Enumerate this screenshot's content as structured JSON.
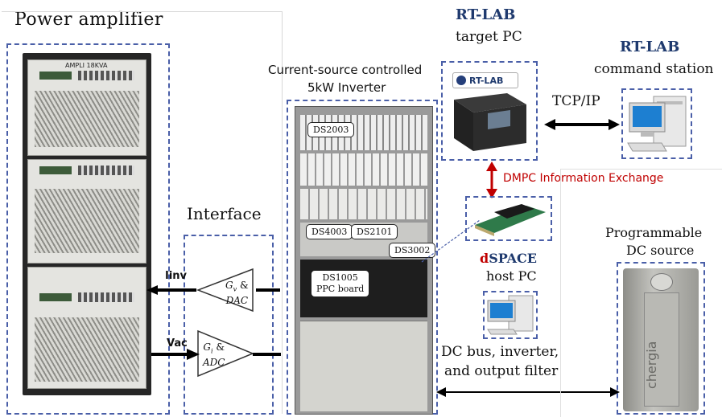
{
  "power_amplifier": {
    "title": "Power amplifier",
    "rack_label": "AMPLI 18KVA"
  },
  "interface": {
    "title": "Interface",
    "dac_block": {
      "line1": "G",
      "sub1": "v",
      "line1b": " &",
      "line2": "DAC"
    },
    "adc_block": {
      "line1": "G",
      "sub1": "i",
      "line1b": " &",
      "line2": "ADC"
    },
    "signal_out": "Iinv",
    "signal_in": "Vac"
  },
  "inverter": {
    "title_line1": "Current-source controlled",
    "title_line2": "5kW Inverter",
    "boards": {
      "ds2003": "DS2003",
      "ds4003": "DS4003",
      "ds2101": "DS2101",
      "ds3002": "DS3002",
      "ds1005_line1": "DS1005",
      "ds1005_line2": "PPC board"
    }
  },
  "rtlab_target": {
    "brand": "RT-LAB",
    "subtitle": "target PC",
    "logo_text": "RT-LAB"
  },
  "rtlab_command": {
    "brand": "RT-LAB",
    "subtitle": "command station"
  },
  "link_label": "TCP/IP",
  "dmpc_label": "DMPC Information Exchange",
  "dspace": {
    "brand_d": "d",
    "brand_rest": "SPACE",
    "subtitle": "host PC"
  },
  "dc_bus_label_line1": "DC bus, inverter,",
  "dc_bus_label_line2": "and output filter",
  "dc_source": {
    "title_line1": "Programmable",
    "title_line2": "DC source",
    "device_text": "chergia"
  },
  "colors": {
    "dash": "#4a5fa8",
    "dmpc": "#c00000",
    "brand": "#1f3a6e"
  }
}
